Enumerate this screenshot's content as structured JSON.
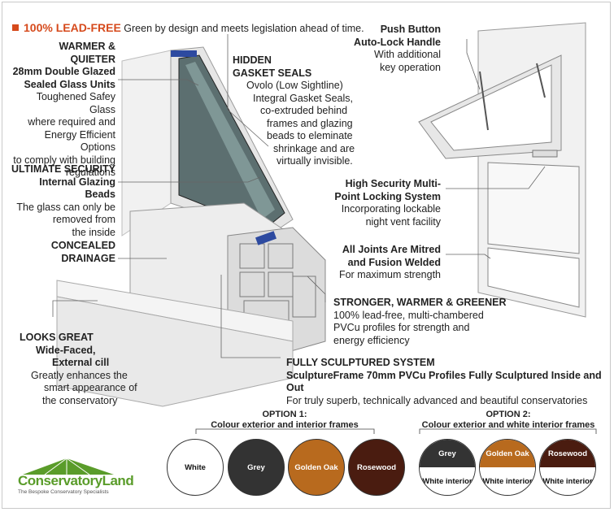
{
  "header": {
    "highlight": "100% LEAD-FREE",
    "text": " Green by design and meets legislation ahead of time.",
    "accent_color": "#d64a1c"
  },
  "features": {
    "warmer": {
      "title1": "WARMER & QUIETER",
      "title2": "28mm Double Glazed",
      "title3": "Sealed Glass Units",
      "body1": "Toughened Safey Glass",
      "body2": "where required and",
      "body3": "Energy Efficient Options",
      "body4": "to comply with building",
      "body5": "regulations"
    },
    "security": {
      "title1": "ULTIMATE SECURITY",
      "title2": "Internal Glazing Beads",
      "body1": "The glass can only be",
      "body2": "removed from",
      "body3": "the inside"
    },
    "drainage": {
      "title1": "CONCEALED",
      "title2": "DRAINAGE"
    },
    "looks": {
      "title1": "LOOKS GREAT",
      "title2": "Wide-Faced,",
      "title3": "External cill",
      "body1": "Greatly enhances the",
      "body2": "smart appearance of",
      "body3": "the conservatory"
    },
    "gasket": {
      "title1": "HIDDEN",
      "title2": "GASKET SEALS",
      "body1": "Ovolo (Low Sightline)",
      "body2": "Integral Gasket Seals,",
      "body3": "co-extruded behind",
      "body4": "frames and glazing",
      "body5": "beads to eleminate",
      "body6": "shrinkage and are",
      "body7": "virtually invisible."
    },
    "push": {
      "title1": "Push Button",
      "title2": "Auto-Lock Handle",
      "body1": "With additional",
      "body2": "key operation"
    },
    "multipoint": {
      "title1": "High Security Multi-",
      "title2": "Point Locking System",
      "body1": "Incorporating lockable",
      "body2": "night vent facility"
    },
    "joints": {
      "title1": "All Joints Are Mitred",
      "title2": "and Fusion Welded",
      "body1": "For maximum strength"
    },
    "stronger": {
      "title1": "STRONGER, WARMER & GREENER",
      "body1": "100% lead-free, multi-chambered",
      "body2": "PVCu profiles for strength and",
      "body3": "energy efficiency"
    },
    "sculptured": {
      "title1": "FULLY SCULPTURED SYSTEM",
      "title2": "SculptureFrame 70mm PVCu Profiles Fully Sculptured Inside and Out",
      "body1": "For truly superb, technically advanced and beautiful conservatories"
    }
  },
  "options": {
    "option1": {
      "title": "OPTION 1:",
      "subtitle": "Colour exterior and interior frames",
      "swatches": [
        {
          "label": "White",
          "color": "#ffffff",
          "text_color": "#111111"
        },
        {
          "label": "Grey",
          "color": "#333333",
          "text_color": "#ffffff"
        },
        {
          "label": "Golden Oak",
          "color": "#b86a1e",
          "text_color": "#ffffff"
        },
        {
          "label": "Rosewood",
          "color": "#4a1c10",
          "text_color": "#ffffff"
        }
      ]
    },
    "option2": {
      "title": "OPTION 2:",
      "subtitle": "Colour exterior and white interior frames",
      "interior_label": "White interior",
      "swatches": [
        {
          "label": "Grey",
          "color": "#333333"
        },
        {
          "label": "Golden Oak",
          "color": "#b86a1e"
        },
        {
          "label": "Rosewood",
          "color": "#4a1c10"
        }
      ]
    }
  },
  "logo": {
    "name": "ConservatoryLand",
    "tagline": "The Bespoke Conservatory Specialists",
    "color": "#5a9c2a"
  }
}
